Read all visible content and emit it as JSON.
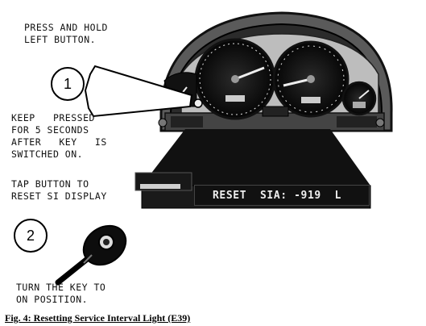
{
  "instructions": {
    "press_hold": "PRESS AND HOLD\nLEFT BUTTON.",
    "keep_pressed": "KEEP   PRESSED\nFOR 5 SECONDS\nAFTER   KEY   IS\nSWITCHED ON.",
    "tap_button": "TAP BUTTON TO\nRESET SI DISPLAY",
    "turn_key": "TURN THE KEY TO\nON POSITION."
  },
  "steps": [
    "1",
    "2"
  ],
  "display": {
    "text": "RESET  SIA: -919  L"
  },
  "caption": "Fig. 4: Resetting Service Interval Light (E39)",
  "icons": [
    "instrument-cluster-icon",
    "speedometer-icon",
    "tachometer-icon",
    "fuel-gauge-icon",
    "ignition-key-icon",
    "pointer-arrow-icon"
  ]
}
